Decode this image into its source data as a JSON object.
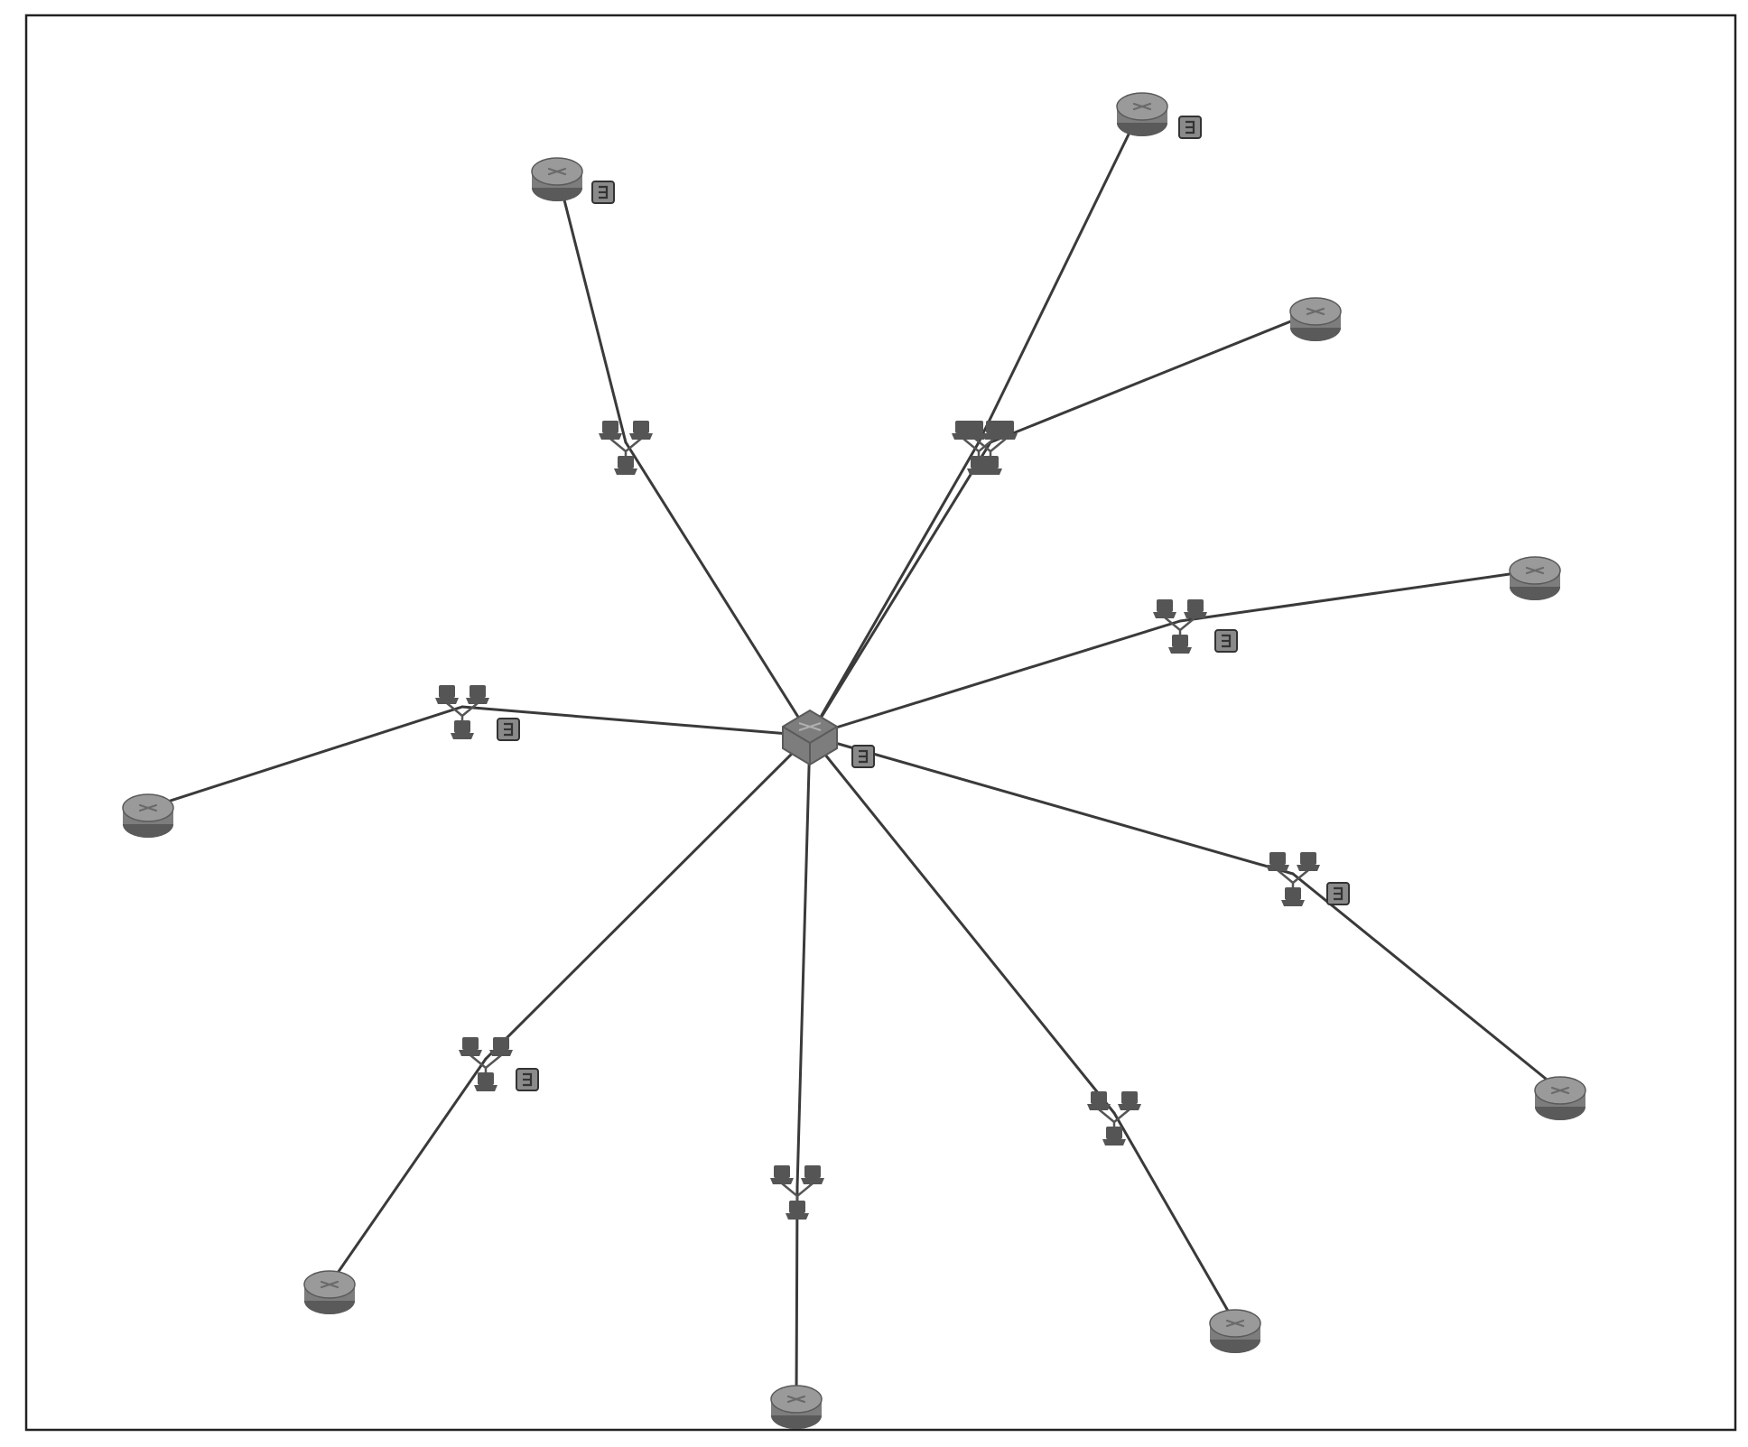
{
  "diagram": {
    "type": "network-topology",
    "colors": {
      "background": "#ffffff",
      "frame": "#222222",
      "link": "#3a3a3a",
      "router_body": "#7d7d7d",
      "router_top": "#9a9a9a",
      "router_rim": "#5a5a5a",
      "host": "#555555",
      "badge_fill": "#8a8a8a",
      "badge_stroke": "#333333"
    },
    "icons": {
      "router": "router-icon",
      "hub_router": "router-icon",
      "host_cluster": "computer-cluster-icon",
      "badge": "status-badge-icon"
    },
    "hub": {
      "id": "hub",
      "badge": true
    },
    "spokes": [
      {
        "id": "n",
        "cluster_badge": false,
        "router_badge": true
      },
      {
        "id": "nne",
        "cluster_badge": false,
        "router_badge": true
      },
      {
        "id": "ne",
        "cluster_badge": false,
        "router_badge": false
      },
      {
        "id": "e",
        "cluster_badge": true,
        "router_badge": false
      },
      {
        "id": "se",
        "cluster_badge": true,
        "router_badge": false
      },
      {
        "id": "sse",
        "cluster_badge": false,
        "router_badge": false
      },
      {
        "id": "s",
        "cluster_badge": false,
        "router_badge": false
      },
      {
        "id": "sw",
        "cluster_badge": true,
        "router_badge": false
      },
      {
        "id": "w",
        "cluster_badge": true,
        "router_badge": false
      }
    ]
  }
}
